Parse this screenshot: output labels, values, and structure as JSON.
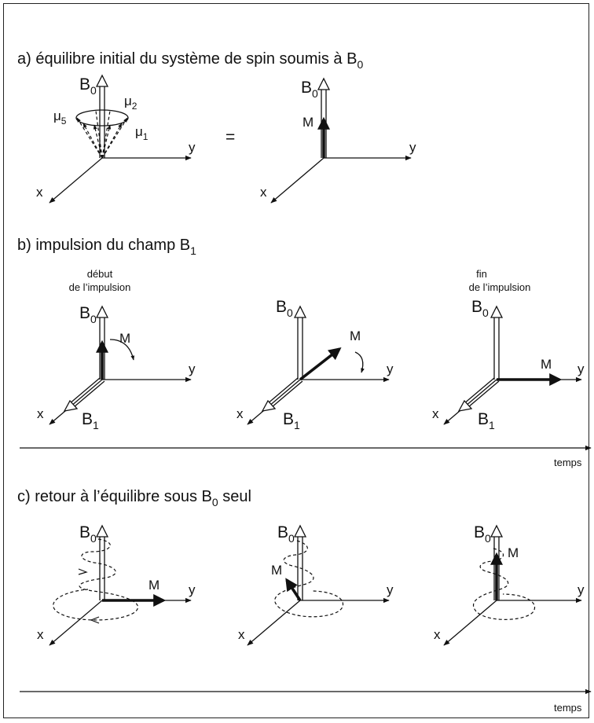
{
  "sections": {
    "a": {
      "title": "a)   équilibre initial du système de spin soumis à B",
      "sub": "0"
    },
    "b": {
      "title": "b)   impulsion du champ B",
      "sub": "1"
    },
    "c": {
      "title": "c)   retour à l’équilibre sous B",
      "sub": "0",
      "tail": " seul"
    }
  },
  "labels": {
    "B": "B",
    "zero": "0",
    "one": "1",
    "M": "M",
    "x": "x",
    "y": "y",
    "mu": "μ",
    "mu1": "1",
    "mu2": "2",
    "mu5": "5",
    "equals": "="
  },
  "notes": {
    "debut_line1": "début",
    "debut_line2": "de l’impulsion",
    "fin_line1": "fin",
    "fin_line2": "de l’impulsion"
  },
  "timeline": {
    "label": "temps"
  }
}
